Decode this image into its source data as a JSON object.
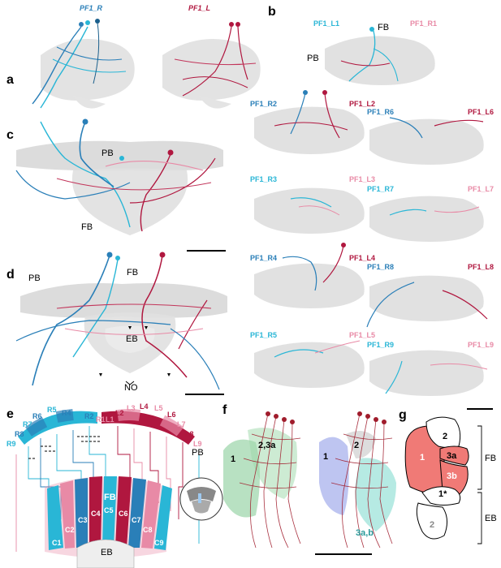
{
  "panels": {
    "a": {
      "label": "a",
      "titles": [
        "PF1_R",
        "PF1_L"
      ]
    },
    "b": {
      "label": "b",
      "regions": [
        "FB",
        "PB"
      ],
      "cells": [
        {
          "left": "PF1_L1",
          "right": "PF1_R1"
        },
        {
          "left": "PF1_R2",
          "right": "PF1_L2"
        },
        {
          "left": "PF1_R3",
          "right": "PF1_L3"
        },
        {
          "left": "PF1_R4",
          "right": "PF1_L4"
        },
        {
          "left": "PF1_R5",
          "right": "PF1_L5"
        },
        {
          "left": "PF1_R6",
          "right": "PF1_L6"
        },
        {
          "left": "PF1_R7",
          "right": "PF1_L7"
        },
        {
          "left": "PF1_R8",
          "right": "PF1_L8"
        },
        {
          "left": "PF1_R9",
          "right": "PF1_L9"
        }
      ]
    },
    "c": {
      "label": "c",
      "regions": [
        "PB",
        "FB"
      ]
    },
    "d": {
      "label": "d",
      "regions": [
        "PB",
        "FB",
        "EB",
        "NO"
      ]
    },
    "e": {
      "label": "e",
      "pb_left": [
        "R9",
        "R8",
        "R7",
        "R6",
        "R5",
        "R4",
        "R3",
        "R2",
        "R1"
      ],
      "pb_right": [
        "L1",
        "L2",
        "L3",
        "L4",
        "L5",
        "L6",
        "L7",
        "L8",
        "L9"
      ],
      "columns": [
        "C1",
        "C2",
        "C3",
        "C4",
        "C5",
        "C6",
        "C7",
        "C8",
        "C9"
      ],
      "regions": [
        "PB",
        "FB",
        "EB"
      ]
    },
    "f": {
      "label": "f",
      "left_regions": [
        "1",
        "2,3a"
      ],
      "right_regions": [
        "1",
        "2",
        "3a,b"
      ]
    },
    "g": {
      "label": "g",
      "zones": [
        "1",
        "2",
        "3a",
        "3b",
        "1*",
        "2"
      ],
      "brackets": [
        "FB",
        "EB"
      ]
    }
  },
  "colors": {
    "cyan": "#29b6d6",
    "blue": "#2a7fb8",
    "red": "#b0173f",
    "pink": "#e88aa6"
  }
}
